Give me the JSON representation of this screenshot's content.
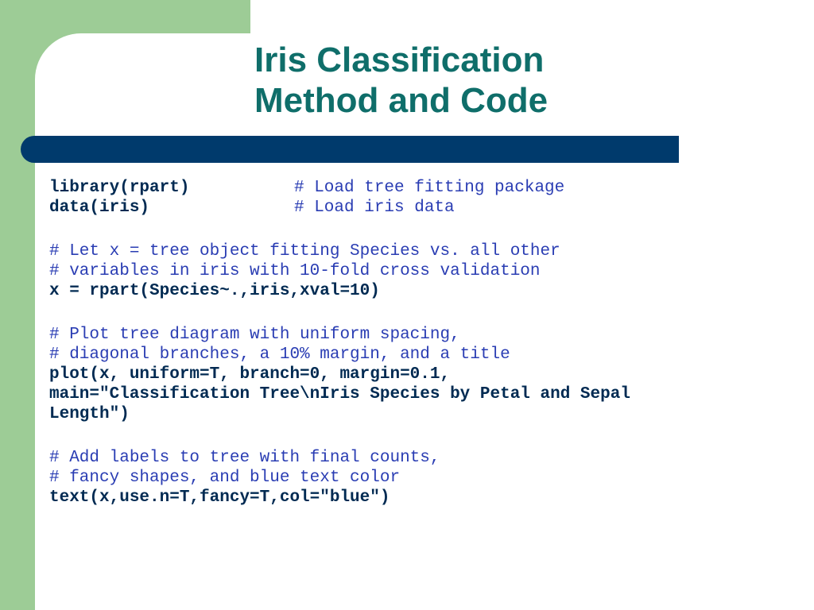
{
  "slide": {
    "title_line1": "Iris Classification",
    "title_line2": "Method and Code",
    "colors": {
      "sidebar_green": "#9dcc96",
      "title_teal": "#0f6e6a",
      "bar_navy": "#003a6c",
      "code_navy": "#002a52",
      "comment_blue": "#2a3db3"
    }
  },
  "code": {
    "block1": {
      "cmd1": "library(rpart)",
      "comment1": "# Load tree fitting package",
      "cmd2": "data(iris)",
      "comment2": "# Load iris data"
    },
    "block2": {
      "comment1": "# Let x = tree object fitting Species vs. all other",
      "comment2": "# variables in iris with 10-fold cross validation",
      "cmd1": "x = rpart(Species~.,iris,xval=10)"
    },
    "block3": {
      "comment1": "# Plot tree diagram with uniform spacing,",
      "comment2": "# diagonal branches, a 10% margin, and a title",
      "cmd1": "plot(x, uniform=T, branch=0, margin=0.1,",
      "cmd2": "main=\"Classification Tree\\nIris Species by Petal and Sepal",
      "cmd3": "Length\")"
    },
    "block4": {
      "comment1": "# Add labels to tree with final counts,",
      "comment2": "# fancy shapes, and blue text color",
      "cmd1": "text(x,use.n=T,fancy=T,col=\"blue\")"
    }
  }
}
